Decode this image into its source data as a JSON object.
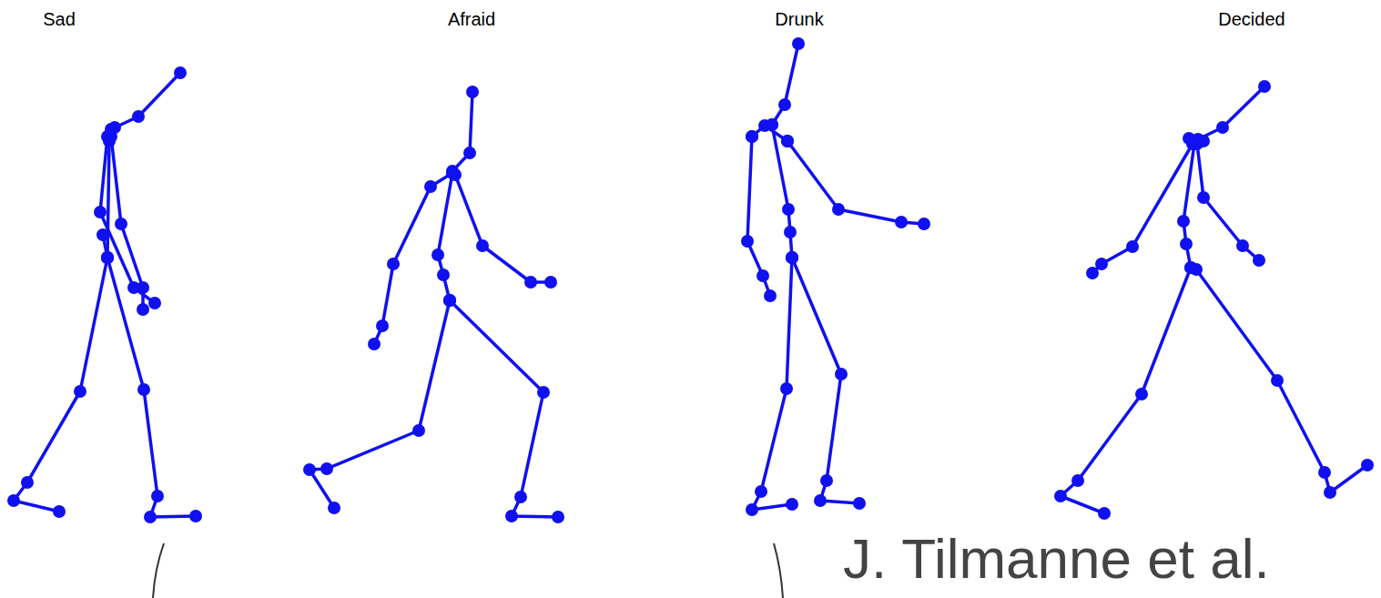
{
  "diagram": {
    "labels": [
      "Sad",
      "Afraid",
      "Drunk",
      "Decided",
      "J. Tilmanne et al."
    ]
  }
}
